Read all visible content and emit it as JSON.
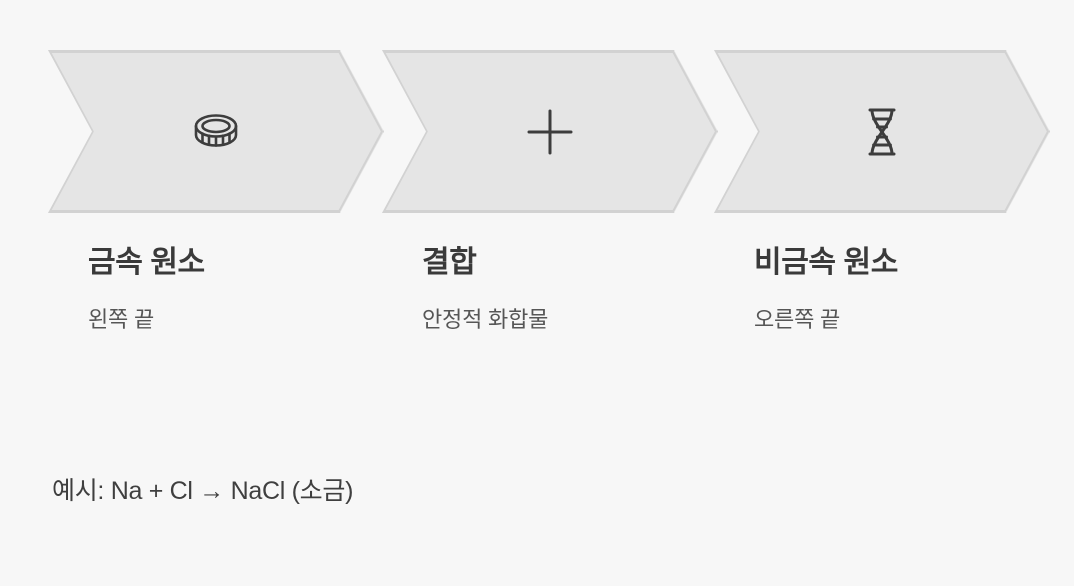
{
  "page": {
    "background_color": "#f7f7f7",
    "chevron_fill": "#e5e5e5",
    "chevron_border": "#d2d2d2",
    "icon_color": "#3d3d3d",
    "title_color": "#3a3a3a",
    "subtitle_color": "#565656"
  },
  "steps": [
    {
      "icon": "coin-ring-icon",
      "title": "금속 원소",
      "subtitle": "왼쪽 끝"
    },
    {
      "icon": "plus-icon",
      "title": "결합",
      "subtitle": "안정적 화합물"
    },
    {
      "icon": "dna-helix-icon",
      "title": "비금속 원소",
      "subtitle": "오른쪽 끝"
    }
  ],
  "example": {
    "text": "예시: Na + Cl → NaCl (소금)"
  }
}
